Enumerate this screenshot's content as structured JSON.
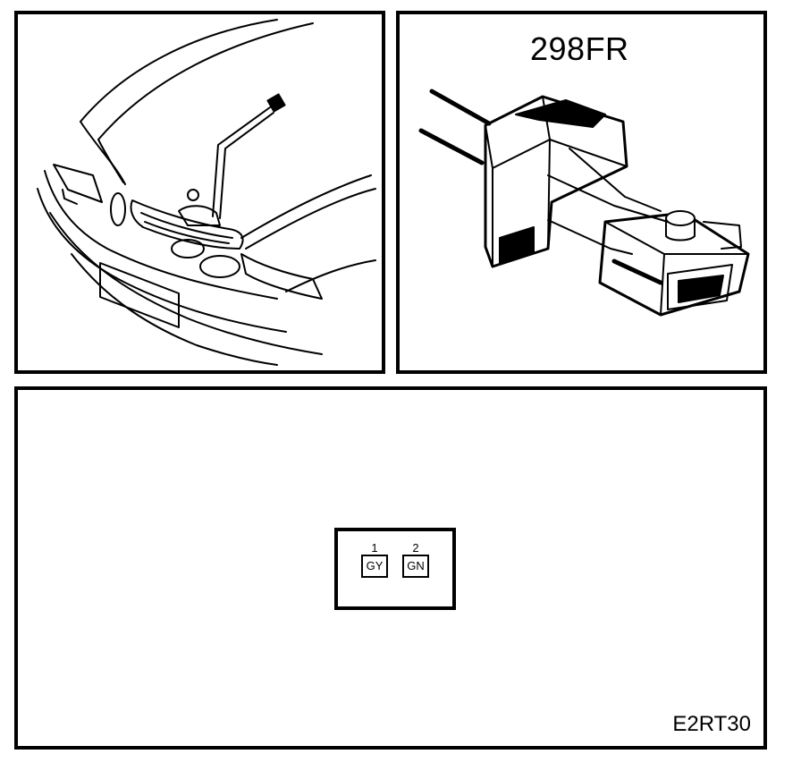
{
  "panels": {
    "car": {
      "description_icon": "car-front-hood-icon"
    },
    "connector": {
      "code": "298FR",
      "icon": "connector-housing-icon"
    },
    "pinout": {
      "code": "E2RT30",
      "pins": [
        {
          "number": "1",
          "color": "GY"
        },
        {
          "number": "2",
          "color": "GN"
        }
      ]
    }
  }
}
